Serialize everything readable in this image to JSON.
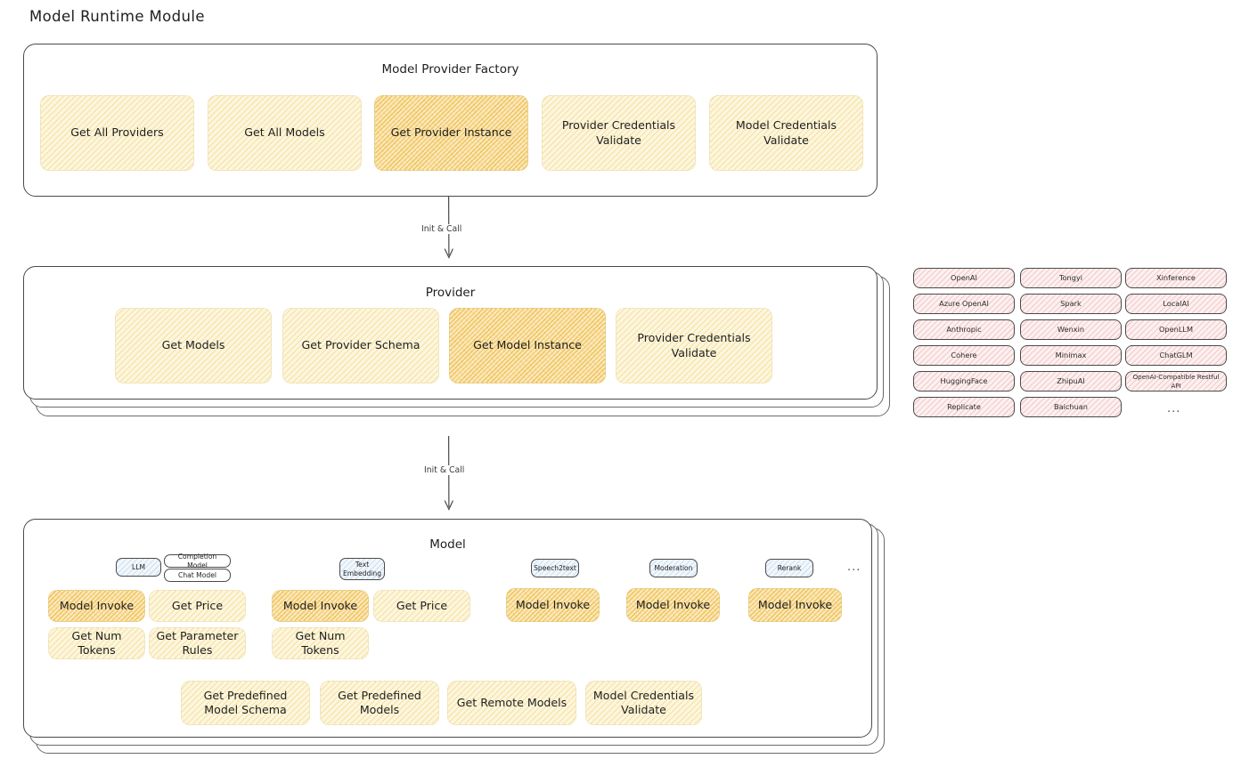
{
  "page": {
    "title": "Model Runtime Module"
  },
  "colors": {
    "accent_yellow": "#fdf6de",
    "accent_yellow_strong": "#fbe9bd",
    "accent_pink": "#fdf0f0",
    "accent_blue": "#f2f7fc",
    "stroke": "#4a4a4a",
    "text": "#1e1e1e"
  },
  "factory": {
    "title": "Model Provider Factory",
    "methods": [
      {
        "label": "Get All Providers",
        "highlight": false
      },
      {
        "label": "Get All Models",
        "highlight": false
      },
      {
        "label": "Get Provider Instance",
        "highlight": true
      },
      {
        "label": "Provider Credentials Validate",
        "highlight": false
      },
      {
        "label": "Model Credentials Validate",
        "highlight": false
      }
    ]
  },
  "connectors": {
    "factory_to_provider": "Init & Call",
    "provider_to_model": "Init & Call"
  },
  "provider": {
    "title": "Provider",
    "methods": [
      {
        "label": "Get Models",
        "highlight": false
      },
      {
        "label": "Get Provider Schema",
        "highlight": false
      },
      {
        "label": "Get Model Instance",
        "highlight": true
      },
      {
        "label": "Provider Credentials Validate",
        "highlight": false
      }
    ]
  },
  "provider_list": {
    "ellipsis": "...",
    "columns": [
      [
        "OpenAI",
        "Azure OpenAI",
        "Anthropic",
        "Cohere",
        "HuggingFace",
        "Replicate"
      ],
      [
        "Tongyi",
        "Spark",
        "Wenxin",
        "Minimax",
        "ZhipuAI",
        "Baichuan"
      ],
      [
        "Xinference",
        "LocalAI",
        "OpenLLM",
        "ChatGLM",
        "OpenAI-Compatible Restful API"
      ]
    ]
  },
  "model": {
    "title": "Model",
    "ellipsis": "...",
    "types": [
      {
        "badge": "LLM",
        "badge_style": "blue",
        "tags": [
          "Completion Model",
          "Chat Model"
        ],
        "methods": [
          {
            "label": "Model Invoke",
            "highlight": true
          },
          {
            "label": "Get Price",
            "highlight": false
          },
          {
            "label": "Get Num Tokens",
            "highlight": false
          },
          {
            "label": "Get Parameter Rules",
            "highlight": false
          }
        ]
      },
      {
        "badge": "Text Embedding",
        "badge_style": "blue",
        "tags": [],
        "methods": [
          {
            "label": "Model Invoke",
            "highlight": true
          },
          {
            "label": "Get Price",
            "highlight": false
          },
          {
            "label": "Get Num Tokens",
            "highlight": false
          }
        ]
      },
      {
        "badge": "Speech2text",
        "badge_style": "blue",
        "tags": [],
        "methods": [
          {
            "label": "Model Invoke",
            "highlight": true
          }
        ]
      },
      {
        "badge": "Moderation",
        "badge_style": "blue",
        "tags": [],
        "methods": [
          {
            "label": "Model Invoke",
            "highlight": true
          }
        ]
      },
      {
        "badge": "Rerank",
        "badge_style": "blue",
        "tags": [],
        "methods": [
          {
            "label": "Model Invoke",
            "highlight": true
          }
        ]
      }
    ],
    "common_methods": [
      "Get Predefined Model Schema",
      "Get Predefined Models",
      "Get Remote Models",
      "Model Credentials Validate"
    ]
  }
}
